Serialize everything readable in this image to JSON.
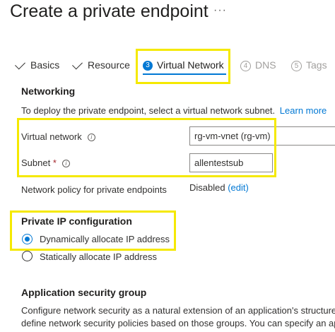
{
  "page": {
    "title": "Create a private endpoint",
    "more": "···"
  },
  "tabs": [
    {
      "label": "Basics",
      "state": "done"
    },
    {
      "label": "Resource",
      "state": "done"
    },
    {
      "label": "Virtual Network",
      "number": "3",
      "state": "active"
    },
    {
      "label": "DNS",
      "number": "4",
      "state": "upcoming"
    },
    {
      "label": "Tags",
      "number": "5",
      "state": "upcoming"
    }
  ],
  "networking": {
    "heading": "Networking",
    "description": "To deploy the private endpoint, select a virtual network subnet.",
    "learn_more": "Learn more",
    "vnet_label": "Virtual network",
    "vnet_value": "rg-vm-vnet (rg-vm)",
    "subnet_label": "Subnet",
    "required_mark": "*",
    "subnet_value": "allentestsub",
    "policy_label": "Network policy for private endpoints",
    "policy_value": "Disabled",
    "policy_edit": "(edit)",
    "info_glyph": "i"
  },
  "ip_config": {
    "heading": "Private IP configuration",
    "option_dynamic": "Dynamically allocate IP address",
    "option_static": "Statically allocate IP address",
    "selected": "dynamic"
  },
  "asg": {
    "heading": "Application security group",
    "line1": "Configure network security as a natural extension of an application's structure. AS",
    "line2": "define network security policies based on those groups. You can specify an applic"
  },
  "colors": {
    "accent": "#0078d4",
    "highlight": "#f5e900",
    "required": "#a4262c"
  }
}
